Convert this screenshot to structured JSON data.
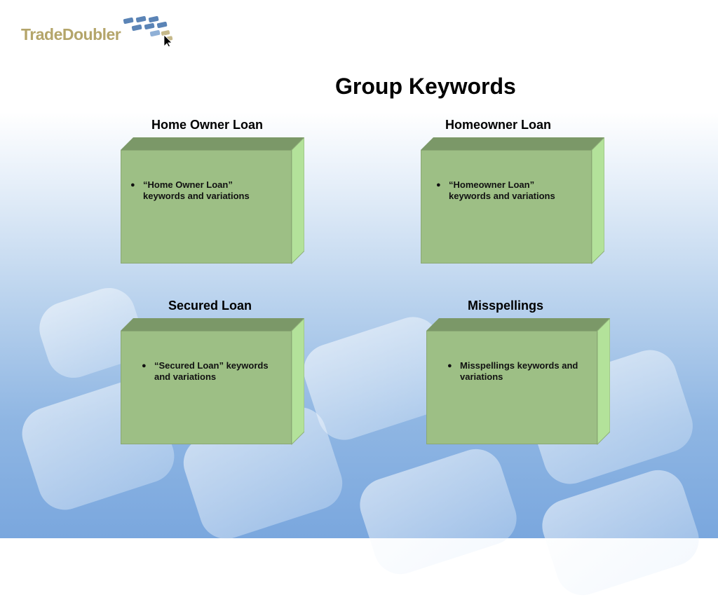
{
  "logo": {
    "text": "TradeDoubler"
  },
  "title": "Group Keywords",
  "groups": [
    {
      "label": "Home Owner Loan",
      "bullet": "“Home Owner Loan” keywords and variations"
    },
    {
      "label": "Homeowner Loan",
      "bullet": "“Homeowner Loan” keywords and variations"
    },
    {
      "label": "Secured Loan",
      "bullet": "“Secured Loan” keywords and variations"
    },
    {
      "label": "Misspellings",
      "bullet": "Misspellings keywords and variations"
    }
  ],
  "colors": {
    "box_front": "#9dbf85",
    "box_top": "#7b9868",
    "box_side": "#b3e29a",
    "logo_text": "#b4a56a",
    "logo_squares": "#5b84b6"
  }
}
